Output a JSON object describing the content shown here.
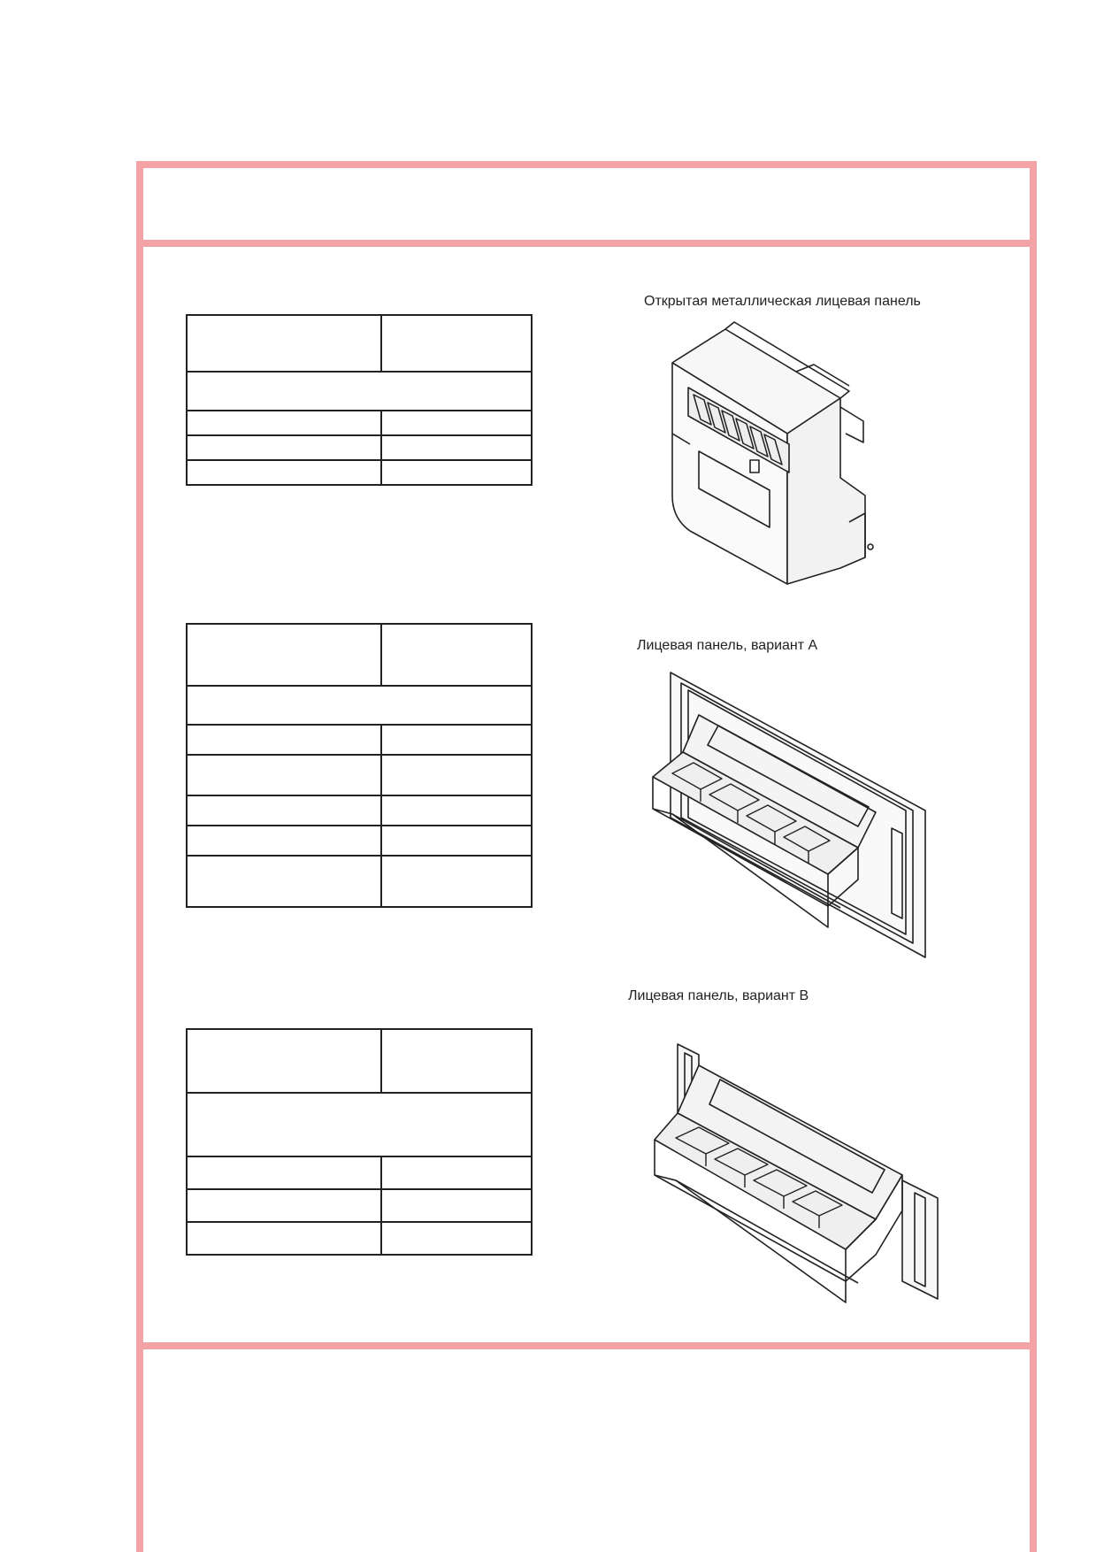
{
  "figures": [
    {
      "caption": "Открытая металлическая лицевая панель"
    },
    {
      "caption": "Лицевая панель, вариант А"
    },
    {
      "caption": "Лицевая панель, вариант В"
    }
  ],
  "colors": {
    "frame": "#f3a3a6",
    "ink": "#222222"
  },
  "tables": [
    {
      "rows": [
        [
          "",
          ""
        ],
        [
          ""
        ],
        [
          "",
          ""
        ],
        [
          "",
          ""
        ],
        [
          "",
          ""
        ]
      ]
    },
    {
      "rows": [
        [
          "",
          ""
        ],
        [
          ""
        ],
        [
          "",
          ""
        ],
        [
          "",
          ""
        ],
        [
          "",
          ""
        ],
        [
          "",
          ""
        ],
        [
          "",
          ""
        ]
      ]
    },
    {
      "rows": [
        [
          "",
          ""
        ],
        [
          ""
        ],
        [
          "",
          ""
        ],
        [
          "",
          ""
        ],
        [
          "",
          ""
        ]
      ]
    }
  ]
}
